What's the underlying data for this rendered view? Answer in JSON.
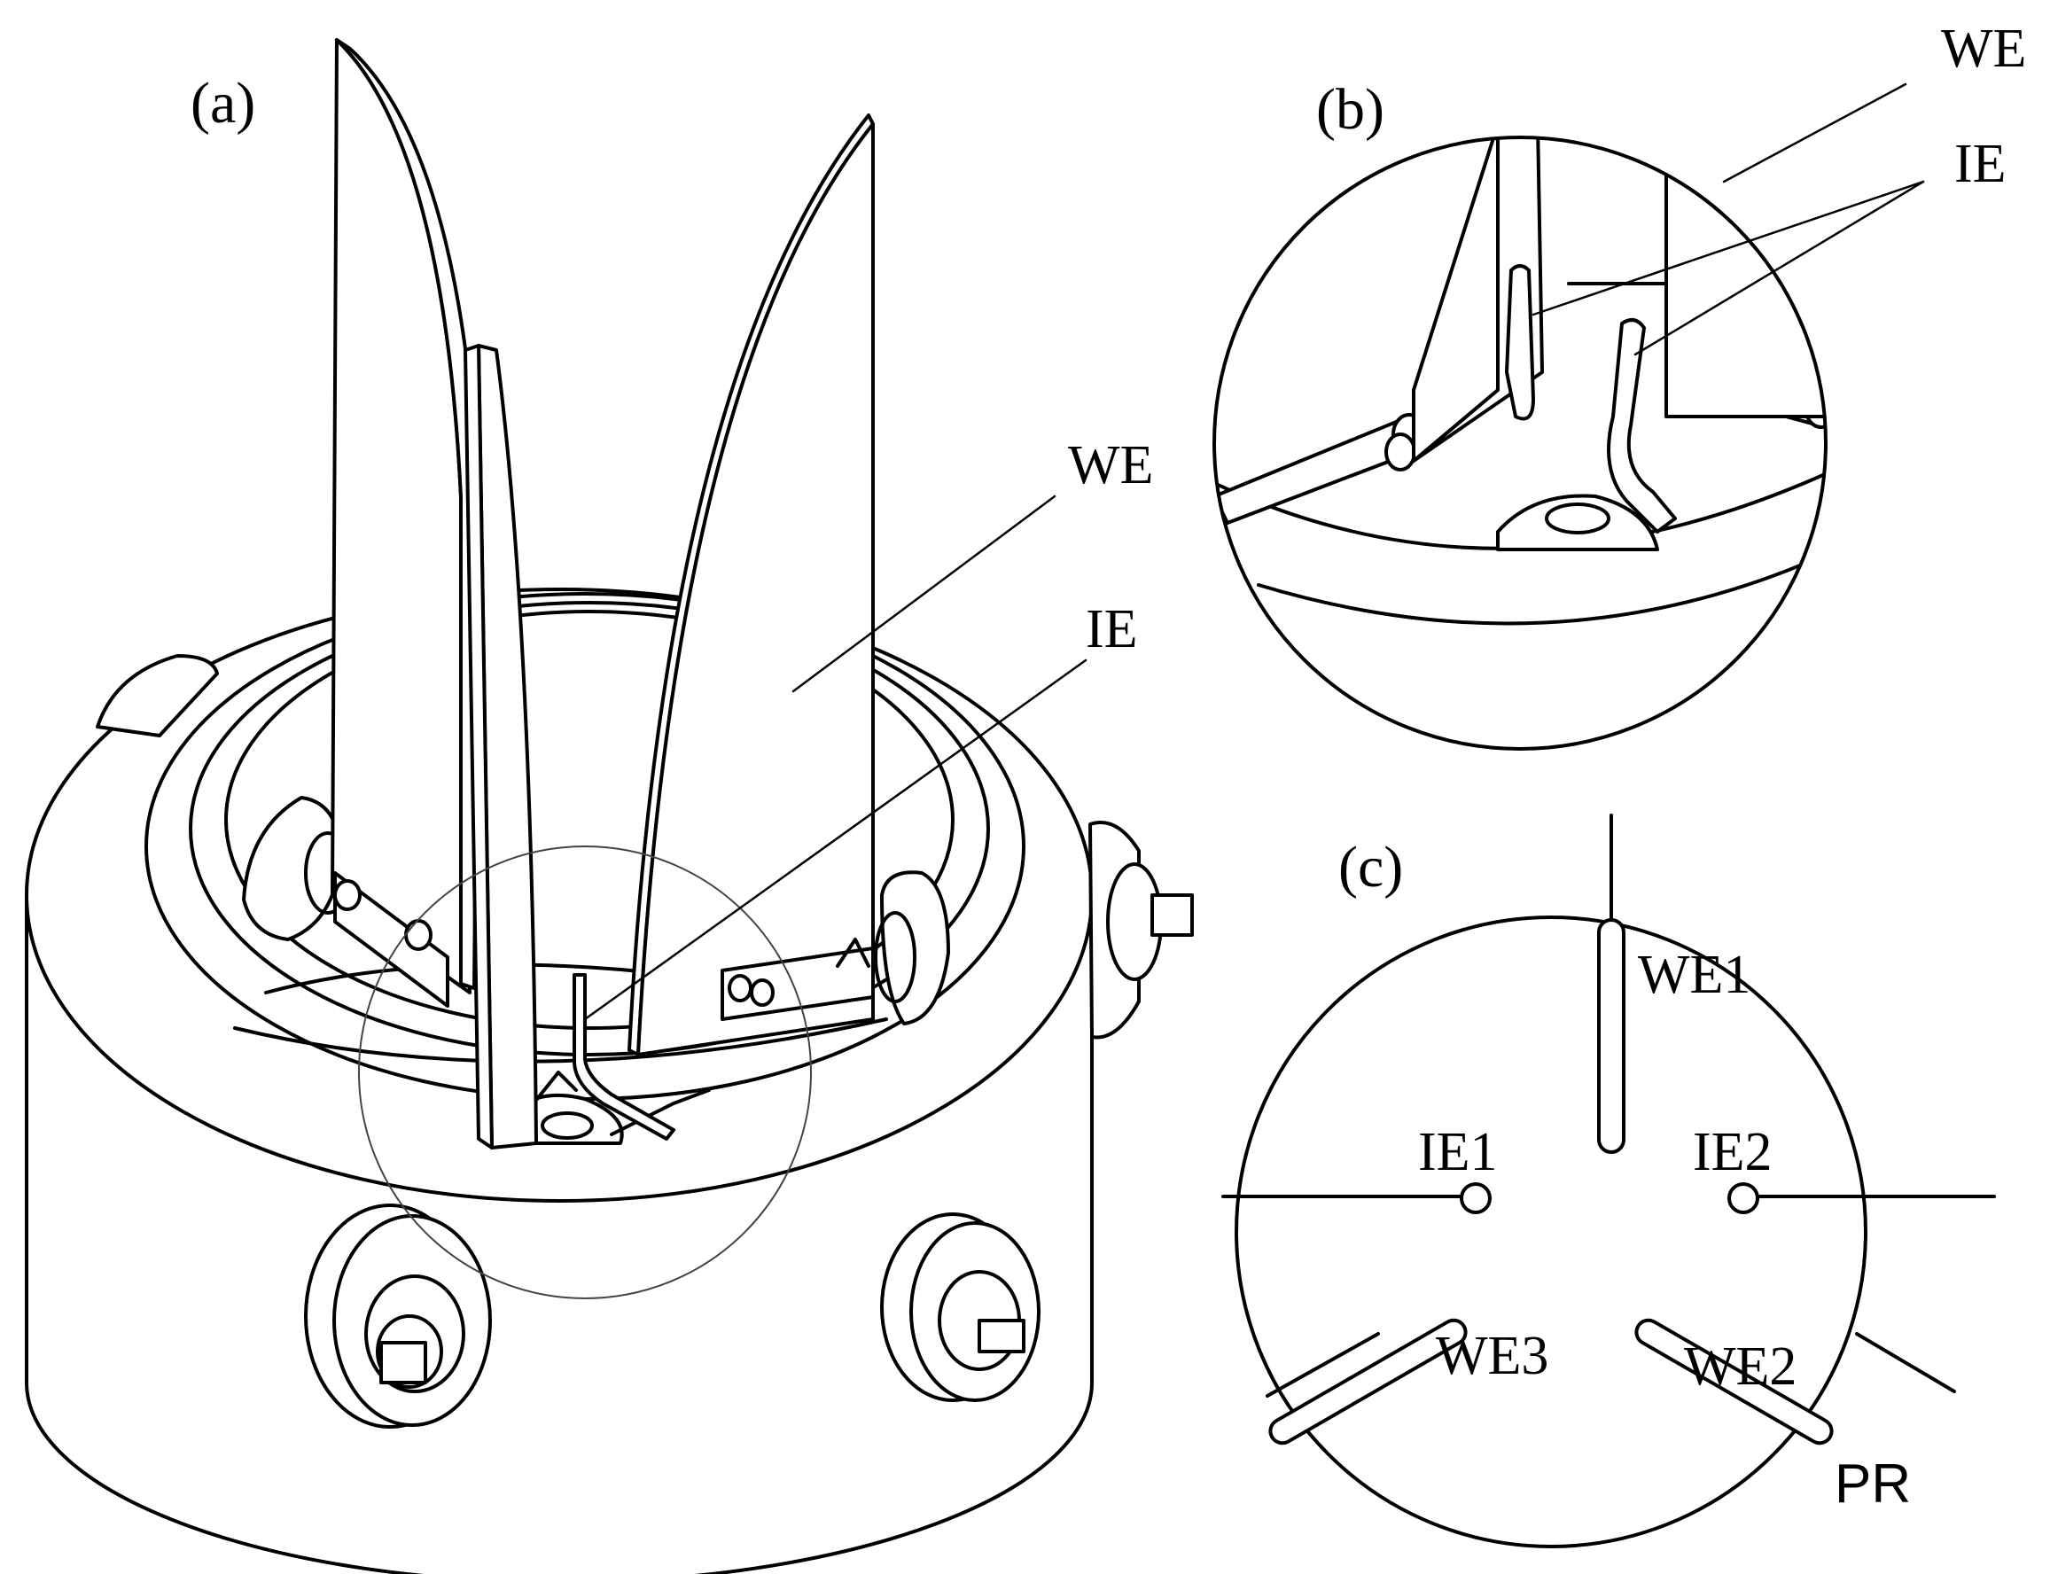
{
  "panels": {
    "a": {
      "label": "(a)",
      "callouts": {
        "we": "WE",
        "ie": "IE"
      }
    },
    "b": {
      "label": "(b)",
      "callouts": {
        "we": "WE",
        "ie": "IE"
      }
    },
    "c": {
      "label": "(c)",
      "electrodes": {
        "we1": "WE1",
        "we2": "WE2",
        "we3": "WE3",
        "ie1": "IE1",
        "ie2": "IE2"
      },
      "probe": "PR"
    }
  }
}
